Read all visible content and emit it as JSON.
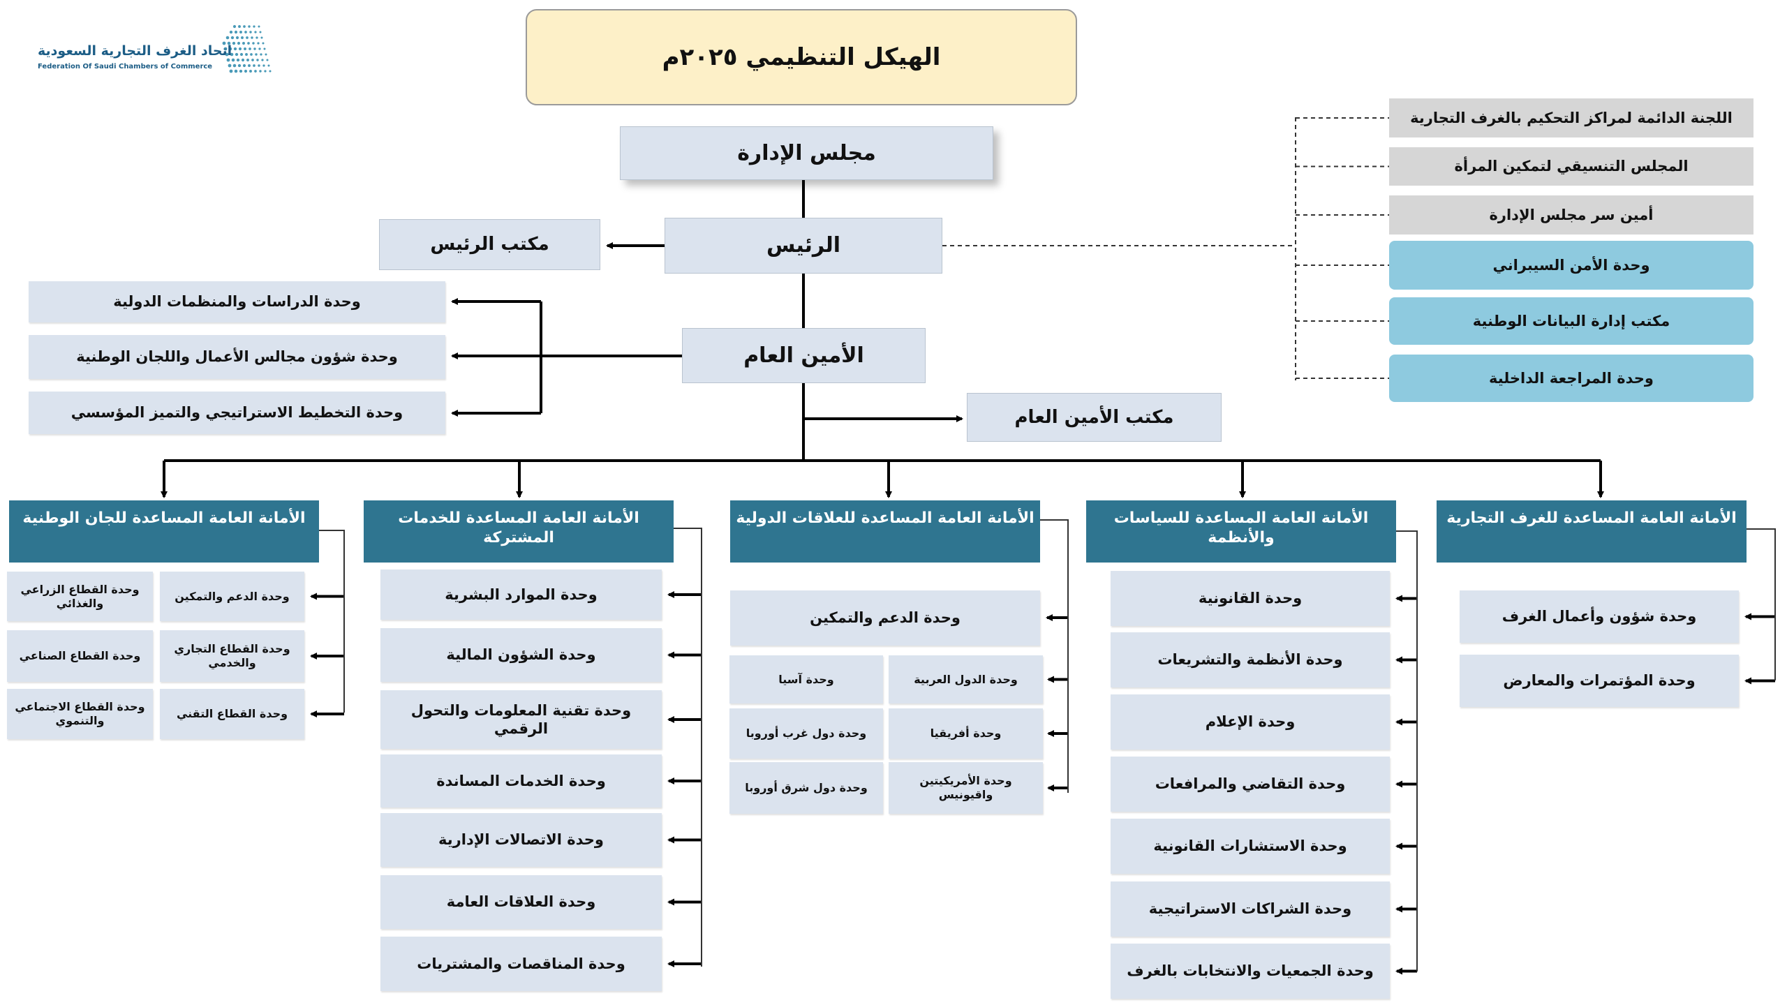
{
  "logo": {
    "arabic": "اتحاد الغرف التجارية السعودية",
    "english": "Federation Of Saudi Chambers of Commerce"
  },
  "title": "الهيكل التنظيمي ٢٠٢٥م",
  "board": "مجلس الإدارة",
  "president": "الرئيس",
  "president_office": "مكتب الرئيس",
  "secretary_general": "الأمين العام",
  "secretary_general_office": "مكتب الأمين العام",
  "sg_units": [
    "وحدة الدراسات والمنظمات الدولية",
    "وحدة شؤون مجالس الأعمال واللجان الوطنية",
    "وحدة التخطيط الاستراتيجي والتميز المؤسسي"
  ],
  "president_units": [
    "اللجنة الدائمة لمراكز التحكيم بالغرف التجارية",
    "المجلس التنسيقي لتمكين المرأة",
    "أمين سر مجلس الإدارة",
    "وحدة الأمن السيبراني",
    "مكتب إدارة البيانات الوطنية",
    "وحدة المراجعة الداخلية"
  ],
  "colors": {
    "header": "#2f7590",
    "unit": "#dbe3ee",
    "highlight": "#8ecadf",
    "title_bg": "#fdf0c8"
  },
  "divisions": [
    {
      "title": "الأمانة العامة المساعدة للجان الوطنية",
      "units": [
        "وحدة الدعم والتمكين",
        "وحدة القطاع الزراعي والغذائي",
        "وحدة القطاع التجاري والخدمي",
        "وحدة القطاع الصناعي",
        "وحدة القطاع التقني",
        "وحدة القطاع الاجتماعي والتنموي"
      ]
    },
    {
      "title": "الأمانة العامة المساعدة للخدمات المشتركة",
      "units": [
        "وحدة الموارد البشرية",
        "وحدة الشؤون المالية",
        "وحدة  تقنية المعلومات والتحول الرقمي",
        "وحدة الخدمات المساندة",
        "وحدة الاتصالات الإدارية",
        "وحدة العلاقات العامة",
        "وحدة المناقصات والمشتريات"
      ]
    },
    {
      "title": "الأمانة العامة المساعدة للعلاقات الدولية",
      "units": [
        "وحدة الدعم والتمكين",
        "وحدة الدول العربية",
        "وحدة آسيا",
        "وحدة أفريقيا",
        "وحدة دول غرب أوروبا",
        "وحدة  الأمريكيتين واقيونيس",
        "وحدة دول شرق أوروبا"
      ]
    },
    {
      "title": "الأمانة العامة المساعدة للسياسات والأنظمة",
      "units": [
        "وحدة القانونية",
        "وحدة الأنظمة والتشريعات",
        "وحدة الإعلام",
        "وحدة التقاضي والمرافعات",
        "وحدة الاستشارات القانونية",
        "وحدة الشراكات الاستراتيجية",
        "وحدة الجمعيات والانتخابات بالغرف"
      ]
    },
    {
      "title": "الأمانة العامة المساعدة للغرف التجارية",
      "units": [
        "وحدة شؤون وأعمال الغرف",
        "وحدة المؤتمرات والمعارض"
      ]
    }
  ]
}
